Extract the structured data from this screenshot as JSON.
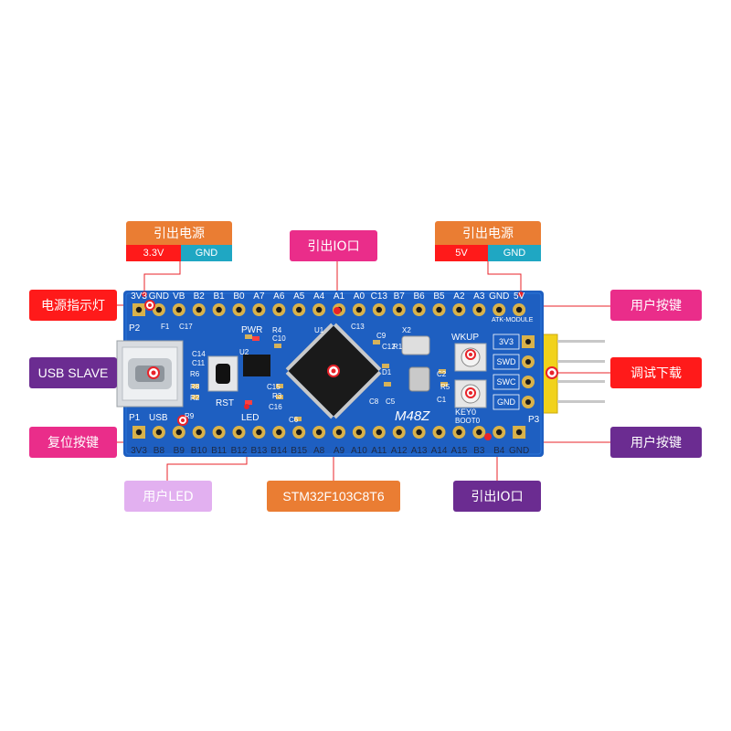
{
  "colors": {
    "orange": "#ea7d33",
    "red": "#ff1a1a",
    "magenta": "#ea2d8a",
    "purple": "#6b2c91",
    "lavender": "#e2b0f0",
    "teal": "#1fa7c3",
    "board": "#1e5fc1",
    "header_yellow": "#f1d21b",
    "line_red": "#e8232a"
  },
  "callouts": {
    "power_out_left": {
      "title": "引出电源",
      "left": "3.3V",
      "right": "GND"
    },
    "power_out_right": {
      "title": "引出电源",
      "left": "5V",
      "right": "GND"
    },
    "io_top": "引出IO口",
    "io_bottom": "引出IO口",
    "power_led": "电源指示灯",
    "usb_slave": "USB SLAVE",
    "reset_key": "复位按键",
    "user_led": "用户LED",
    "mcu": "STM32F103C8T6",
    "user_key_top": "用户按键",
    "debug": "调试下载",
    "user_key_bottom": "用户按键"
  },
  "board": {
    "top_pins": [
      "3V3",
      "GND",
      "VB",
      "B2",
      "B1",
      "B0",
      "A7",
      "A6",
      "A5",
      "A4",
      "A1",
      "A0",
      "C13",
      "B7",
      "B6",
      "B5",
      "A2",
      "A3",
      "GND",
      "5V"
    ],
    "bottom_pins": [
      "3V3",
      "B8",
      "B9",
      "B10",
      "B11",
      "B12",
      "B13",
      "B14",
      "B15",
      "A8",
      "A9",
      "A10",
      "A11",
      "A12",
      "A13",
      "A14",
      "A15",
      "B3",
      "B4",
      "GND"
    ],
    "model": "M48Z",
    "p1": "P1",
    "p2": "P2",
    "p3": "P3",
    "usb": "USB",
    "pwr": "PWR",
    "rst": "RST",
    "led": "LED",
    "wkup": "WKUP",
    "keyo": "KEY0",
    "boot0": "BOOT0",
    "u1": "U1",
    "x2": "X2",
    "brand": "ATK-MODULE",
    "swd_pins": [
      "3V3",
      "SWD",
      "SWC",
      "GND"
    ],
    "silk": [
      "F1",
      "C17",
      "R4",
      "C10",
      "U2",
      "C11",
      "C14",
      "R3",
      "C15",
      "C16",
      "C6",
      "C13",
      "C9",
      "C12",
      "R1",
      "C8",
      "C5",
      "D1",
      "C2",
      "R5",
      "C1",
      "R6",
      "R8",
      "R2",
      "R9"
    ]
  }
}
